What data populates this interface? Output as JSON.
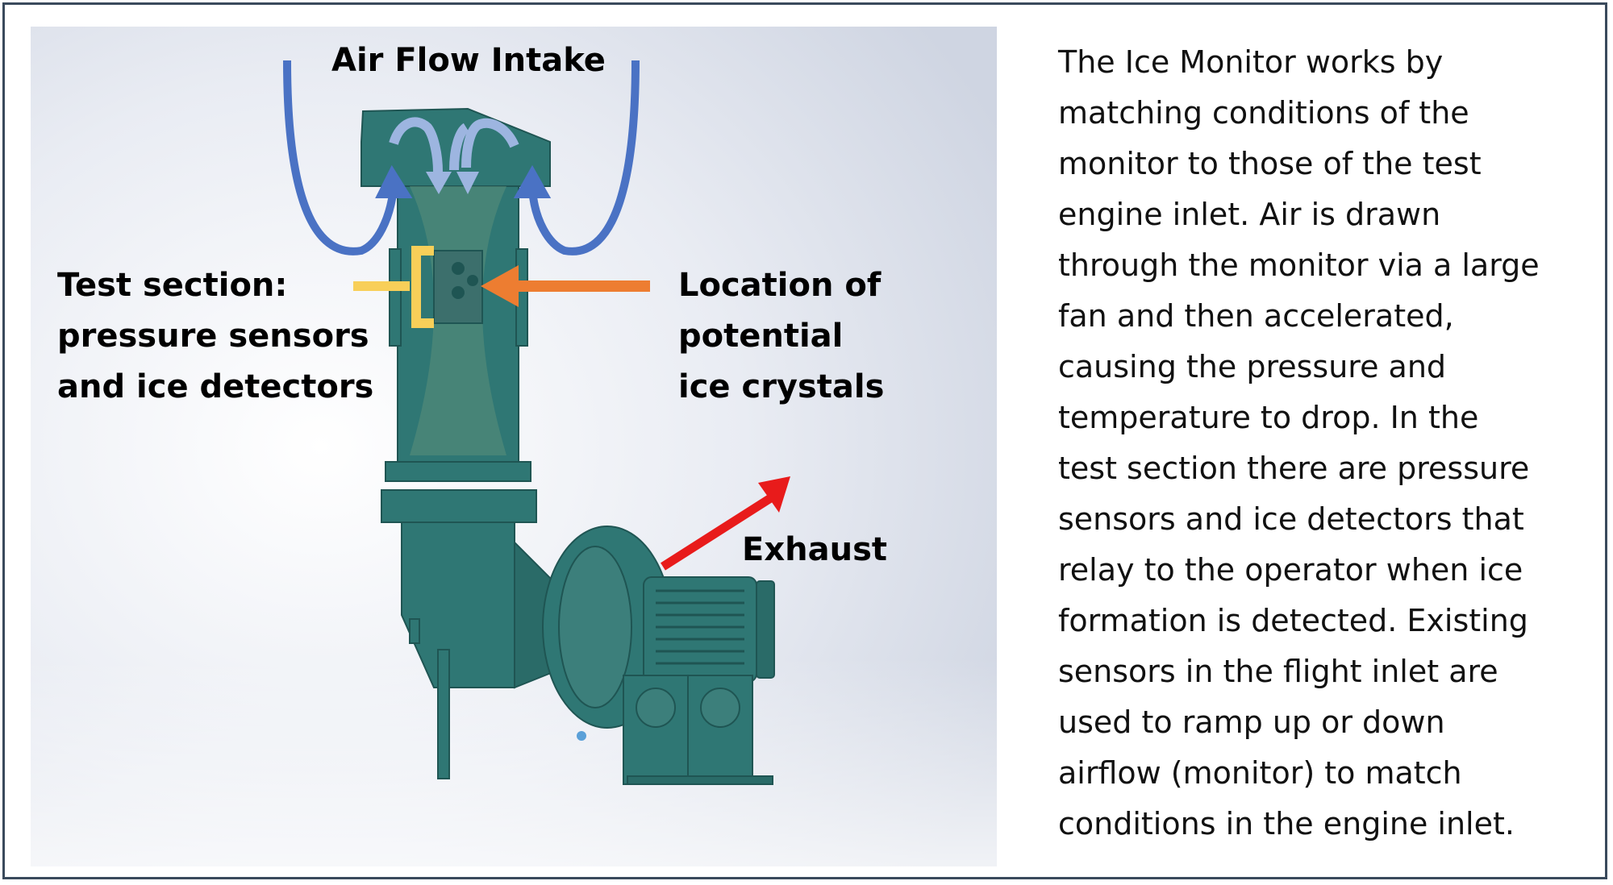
{
  "labels": {
    "air_flow_intake": "Air Flow Intake",
    "test_section": [
      "Test section:",
      "pressure sensors",
      "and ice detectors"
    ],
    "ice_location": [
      "Location of",
      "potential",
      "ice crystals"
    ],
    "exhaust": "Exhaust"
  },
  "description_lines": [
    "The Ice Monitor works by",
    "matching conditions of the",
    "monitor to those of the test",
    "engine inlet. Air is drawn",
    "through the monitor via a large",
    "fan and then accelerated,",
    "causing the pressure and",
    "temperature to drop. In the",
    "test section there are pressure",
    "sensors and ice detectors that",
    "relay to the operator when ice",
    "formation is detected. Existing",
    "sensors in the flight inlet are",
    "used to ramp up or down",
    "airflow (monitor) to match",
    "conditions in the engine inlet."
  ],
  "colors": {
    "machine": "#2f7774",
    "machine_dark": "#1f5553",
    "intake_arrow": "#4a72c4",
    "inner_arrow": "#9db5e0",
    "test_bracket": "#f8cf59",
    "ice_arrow": "#ed7d31",
    "exhaust_arrow": "#e81b1b",
    "frame": "#3a4a5c"
  },
  "icons": [
    "intake-arrow-icon",
    "test-section-bracket-icon",
    "ice-crystal-arrow-icon",
    "exhaust-arrow-icon"
  ]
}
